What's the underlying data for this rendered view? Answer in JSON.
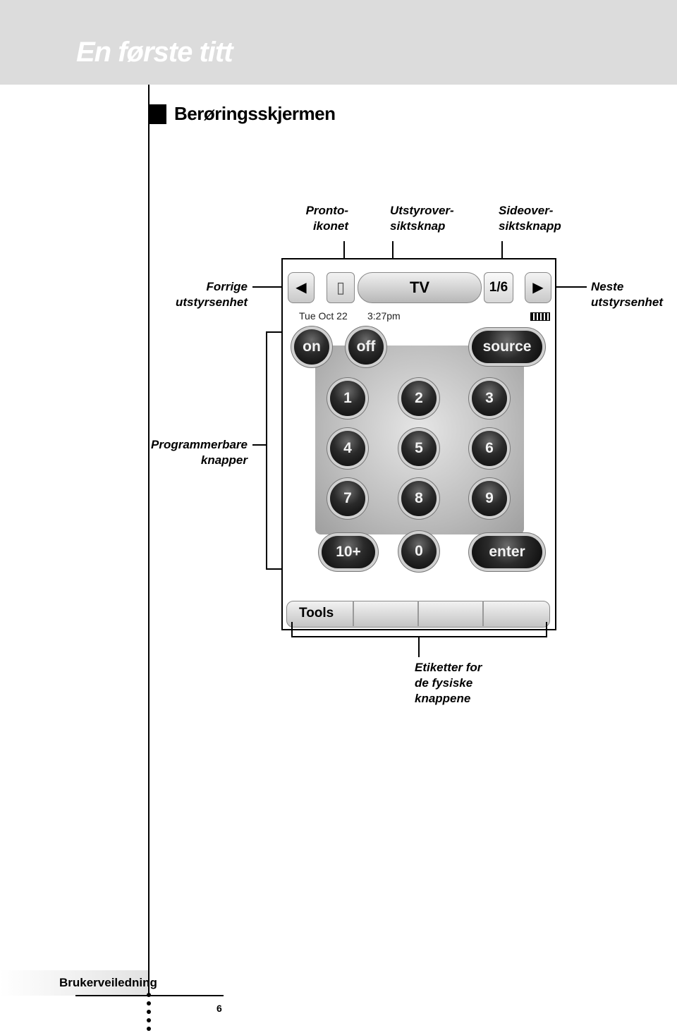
{
  "header": {
    "title": "En første titt"
  },
  "section": {
    "title": "Berøringsskjermen"
  },
  "callouts": {
    "pronto": [
      "Pronto-",
      "ikonet"
    ],
    "device_overview": [
      "Utstyrover-",
      "siktsknap"
    ],
    "page_overview": [
      "Sideover-",
      "siktsknapp"
    ],
    "previous_device": [
      "Forrige",
      "utstyrsenhet"
    ],
    "next_device": [
      "Neste",
      "utstyrsenhet"
    ],
    "programmable": [
      "Programmerbare",
      "knapper"
    ],
    "hard_button_labels": [
      "Etiketter for",
      "de fysiske",
      "knappene"
    ]
  },
  "screen": {
    "device_name": "TV",
    "page_counter": "1/6",
    "date": "Tue Oct 22",
    "time": "3:27pm",
    "prev_arrow": "◀",
    "next_arrow": "▶",
    "buttons": [
      "on",
      "off",
      "source",
      "1",
      "2",
      "3",
      "4",
      "5",
      "6",
      "7",
      "8",
      "9",
      "10+",
      "0",
      "enter"
    ],
    "tabs": [
      "Tools",
      "",
      "",
      ""
    ]
  },
  "footer": {
    "manual": "Brukerveiledning",
    "page": "6"
  }
}
